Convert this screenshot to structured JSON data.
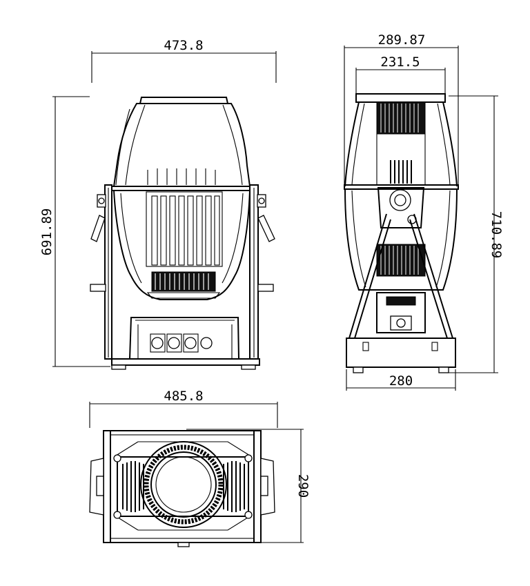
{
  "dimensions": {
    "front_width": "473.8",
    "front_height": "691.89",
    "side_top_width": "289.87",
    "side_head_width": "231.5",
    "side_height": "710.89",
    "side_base_width": "280",
    "bottom_width": "485.8",
    "bottom_depth": "290"
  },
  "colors": {
    "line": "#000000",
    "background": "#ffffff"
  }
}
